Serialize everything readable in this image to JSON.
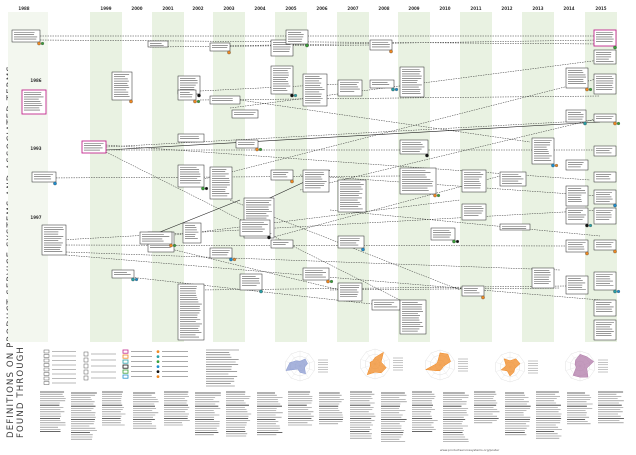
{
  "poster": {
    "title_line1": "DEFINITIONS ON PRODUCT-SERVICE SYSTEMS AND ASSOCIATED TERMS",
    "title_line2": "FOUND THROUGH A SYSTEMATIC LITERATURE REVIEW",
    "footer_note": "www.productservicesystems.org/poster"
  },
  "timeline": {
    "years": [
      "1988",
      "1999",
      "2000",
      "2001",
      "2002",
      "2003",
      "2004",
      "2005",
      "2006",
      "2007",
      "2008",
      "2009",
      "2010",
      "2011",
      "2012",
      "2013",
      "2014",
      "2015"
    ],
    "left_years": [
      "1986",
      "1993",
      "1997"
    ]
  },
  "colors": {
    "band": "#e9f2e2",
    "line": "#333333",
    "orange": "#f08a24",
    "teal": "#2aa1a8",
    "magenta": "#c2278d",
    "green": "#3aa03a",
    "blue": "#1f8fd0",
    "black": "#111111",
    "radar_blue": "#8a9ad0",
    "radar_orange": "#f08a24",
    "radar_purple": "#b07aa8"
  }
}
